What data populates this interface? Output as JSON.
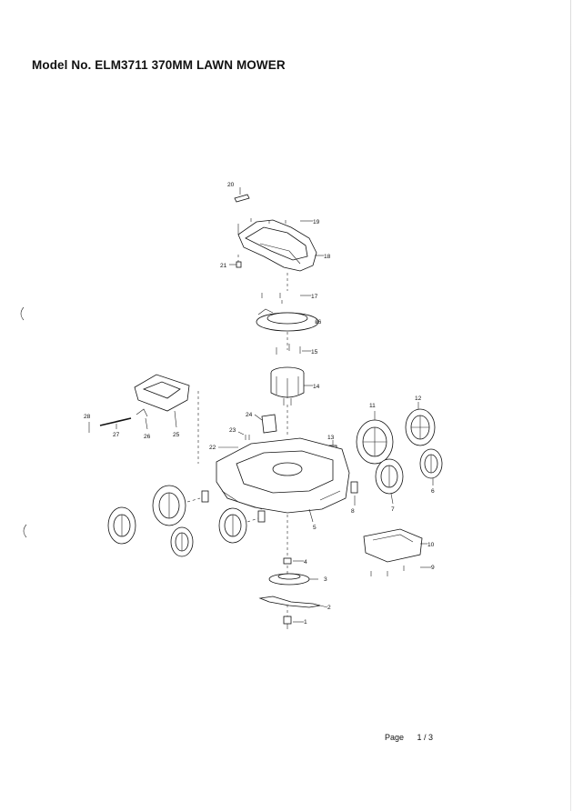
{
  "header": {
    "title": "Model No. ELM3711  370MM LAWN MOWER"
  },
  "footer": {
    "page_label": "Page",
    "page_number": "1 / 3"
  },
  "callouts": [
    "1",
    "2",
    "3",
    "4",
    "5",
    "6",
    "7",
    "8",
    "9",
    "10",
    "11",
    "12",
    "13",
    "14",
    "15",
    "16",
    "17",
    "18",
    "19",
    "20",
    "21",
    "22",
    "23",
    "24",
    "25",
    "26",
    "27",
    "28"
  ]
}
